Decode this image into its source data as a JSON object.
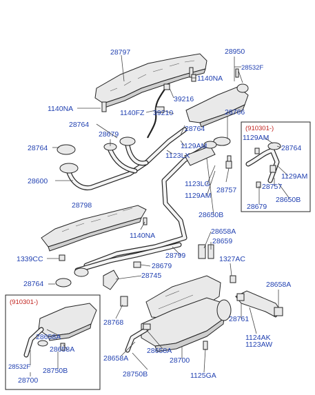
{
  "labels": {
    "l28797": "28797",
    "l28950": "28950",
    "l28532F_top": "28532F",
    "l1140NA_top": "1140NA",
    "l1140NA_left": "1140NA",
    "l39216": "39216",
    "l1140FZ": "1140FZ",
    "l39210": "39210",
    "l28766": "28766",
    "l28764_a": "28764",
    "l28764_b": "28764",
    "l28679_a": "28679",
    "l28764_c": "28764",
    "l1129AM_a": "1129AM",
    "l1123LX": "1123LX",
    "l28600": "28600",
    "l1123LG": "1123LG",
    "l1129AM_b": "1129AM",
    "l28757_a": "28757",
    "l28650B_a": "28650B",
    "l28798": "28798",
    "l1140NA_mid": "1140NA",
    "l28658A_a": "28658A",
    "l28659": "28659",
    "l1339CC": "1339CC",
    "l28799": "28799",
    "l1327AC": "1327AC",
    "l28679_b": "28679",
    "l28745": "28745",
    "l28764_d": "28764",
    "l28658A_b": "28658A",
    "l28768": "28768",
    "l28761": "28761",
    "l1124AK": "1124AK",
    "l1123AW": "1123AW",
    "l28658A_c": "28658A",
    "l28658A_d": "28658A",
    "l28700_a": "28700",
    "l28750B_a": "28750B",
    "l1125GA": "1125GA",
    "l28658A_e": "28658A",
    "l28532F_b": "28532F",
    "l28658A_f": "28658A",
    "l28700_b": "28700",
    "l28750B_b": "28750B",
    "r_date_a": "(910301-)",
    "r_1129AM": "1129AM",
    "r_28764": "28764",
    "r_1129AM_b": "1129AM",
    "r_28757": "28757",
    "r_28679": "28679",
    "r_28650B": "28650B",
    "r_date_b": "(910301-)"
  }
}
